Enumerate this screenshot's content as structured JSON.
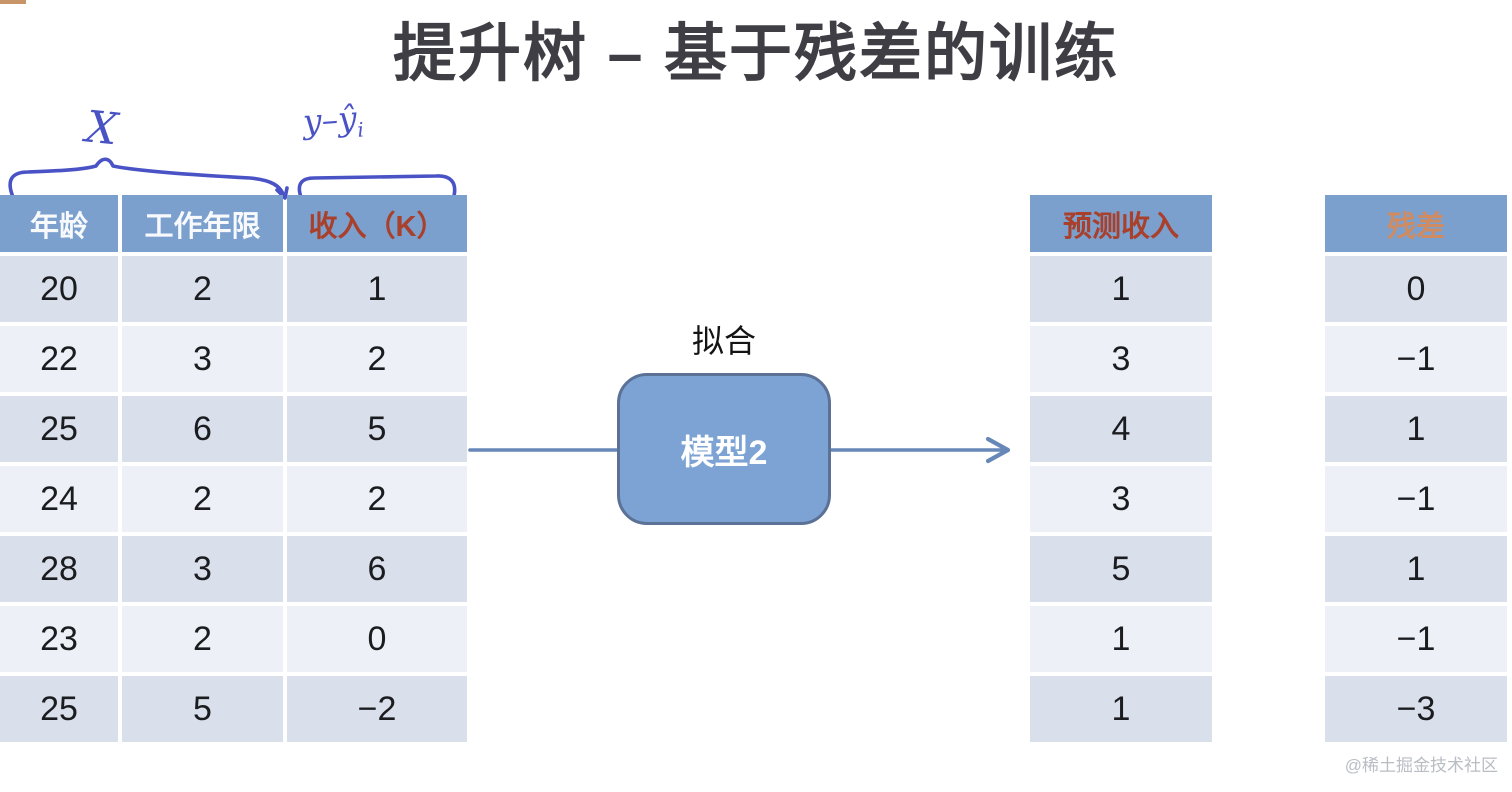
{
  "title": "提升树 – 基于残差的训练",
  "annotations": {
    "x_label": "X",
    "residual_formula": "y–ŷ",
    "residual_sub": "i"
  },
  "left_table": {
    "headers": [
      "年龄",
      "工作年限",
      "收入（K）"
    ],
    "rows": [
      [
        "20",
        "2",
        "1"
      ],
      [
        "22",
        "3",
        "2"
      ],
      [
        "25",
        "6",
        "5"
      ],
      [
        "24",
        "2",
        "2"
      ],
      [
        "28",
        "3",
        "6"
      ],
      [
        "23",
        "2",
        "0"
      ],
      [
        "25",
        "5",
        "−2"
      ]
    ]
  },
  "diagram": {
    "fit_label": "拟合",
    "model_label": "模型2"
  },
  "predicted_column": {
    "header": "预测收入",
    "values": [
      "1",
      "3",
      "4",
      "3",
      "5",
      "1",
      "1"
    ]
  },
  "residual_column": {
    "header": "残差",
    "values": [
      "0",
      "−1",
      "1",
      "−1",
      "1",
      "−1",
      "−3"
    ]
  },
  "watermark": "@稀土掘金技术社区",
  "colors": {
    "table_header_bg": "#7ba0ce",
    "row_dark": "#d9dfeb",
    "row_light": "#eef0f7",
    "income_header_text": "#a9402c",
    "residual_header_text": "#cf8c63",
    "handwriting_blue": "#4a53c5",
    "arrow_blue": "#6787b8",
    "model_box_fill": "#7ca3d3",
    "corner_strip": "#c79568",
    "title_text": "#3e3e44"
  }
}
